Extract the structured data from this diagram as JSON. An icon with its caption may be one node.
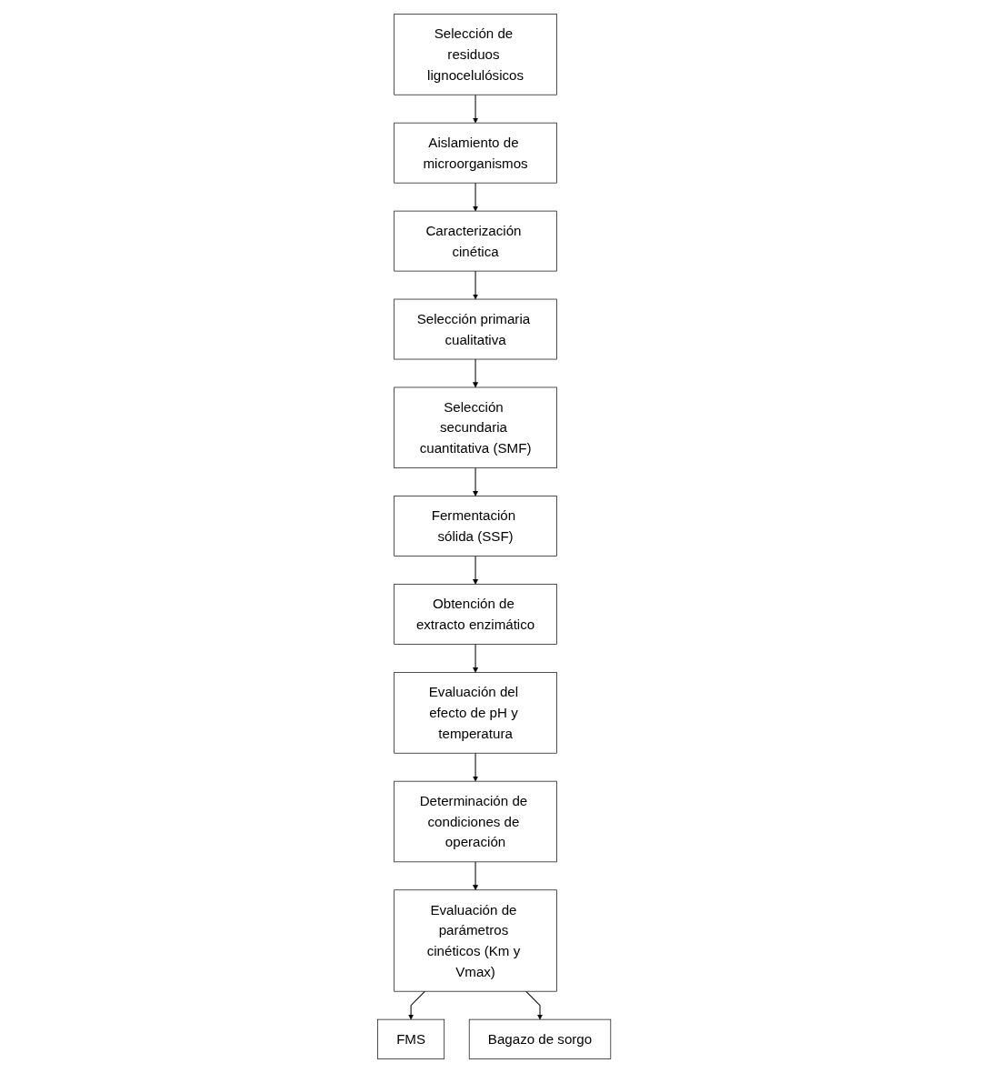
{
  "diagram": {
    "nodes": [
      {
        "text": [
          "Selección de residuos lignocelulósicos"
        ]
      },
      {
        "text": [
          "Aislamiento de microorganismos"
        ]
      },
      {
        "text": [
          "Caracterización cinética"
        ]
      },
      {
        "text": [
          "Selección primaria cualitativa"
        ]
      },
      {
        "text": [
          "Selección secundaria cuantitativa (SMF)"
        ]
      },
      {
        "text": [
          "Fermentación sólida (SSF)"
        ]
      },
      {
        "text": [
          "Obtención de extracto enzimático"
        ]
      },
      {
        "text": [
          "Evaluación del efecto de pH y temperatura"
        ]
      },
      {
        "text": [
          "Determinación de condiciones de operación"
        ]
      },
      {
        "text": [
          "Evaluación de parámetros cinéticos (Km y Vmax)"
        ]
      },
      {
        "text": [
          "FMS"
        ]
      },
      {
        "text": [
          "Bagazo de sorgo"
        ]
      }
    ],
    "edges": [
      {
        "from": 0,
        "to": 1,
        "arrow": "to"
      },
      {
        "from": 1,
        "to": 2,
        "arrow": "to"
      },
      {
        "from": 2,
        "to": 3,
        "arrow": "to"
      },
      {
        "from": 3,
        "to": 4,
        "arrow": "to"
      },
      {
        "from": 4,
        "to": 5,
        "arrow": "to"
      },
      {
        "from": 5,
        "to": 6,
        "arrow": "to"
      },
      {
        "from": 6,
        "to": 7,
        "arrow": "to"
      },
      {
        "from": 7,
        "to": 8,
        "arrow": "to"
      },
      {
        "from": 8,
        "to": 9,
        "arrow": "to"
      },
      {
        "from": 9,
        "to": 10,
        "arrow": "to"
      },
      {
        "from": 9,
        "to": 11,
        "arrow": "to"
      }
    ]
  }
}
